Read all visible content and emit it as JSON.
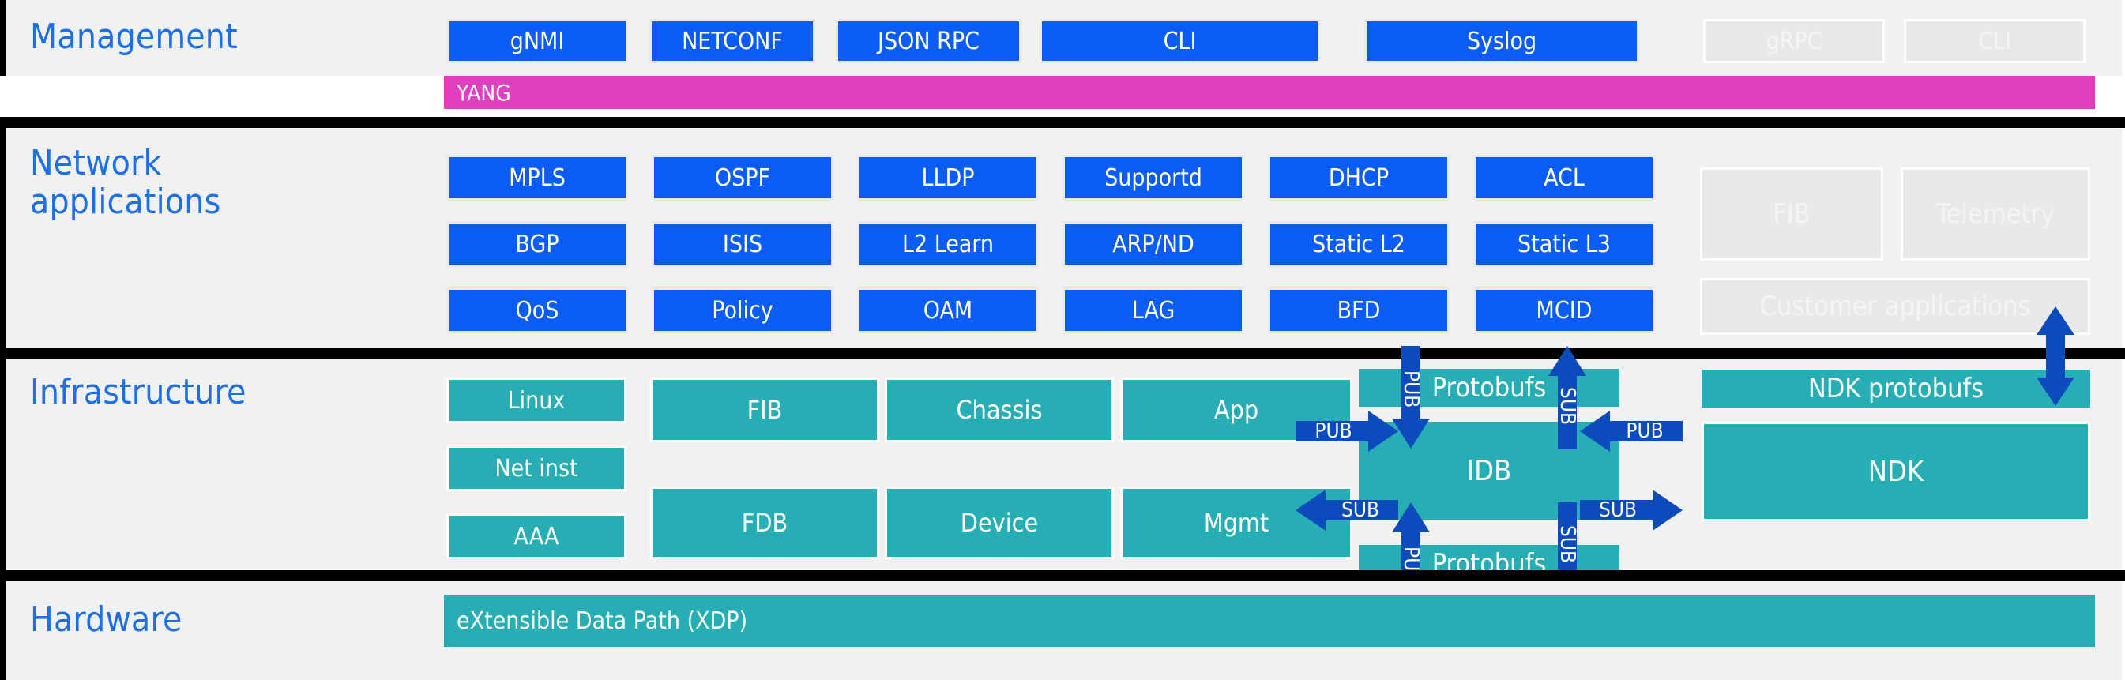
{
  "diagram": {
    "title_color": "#1d6fe8",
    "colors": {
      "blue": "#0a5cf5",
      "teal": "#27aeb5",
      "magenta": "#e040c0",
      "ghost": "#e9e9e9",
      "arrow": "#0b4bbd",
      "band": "#f1f1f1",
      "rule": "#000000"
    }
  },
  "layers": {
    "management": {
      "title": "Management",
      "protocols": [
        {
          "label": "gNMI",
          "state": "active"
        },
        {
          "label": "NETCONF",
          "state": "active"
        },
        {
          "label": "JSON RPC",
          "state": "active"
        },
        {
          "label": "CLI",
          "state": "active"
        },
        {
          "label": "Syslog",
          "state": "active"
        },
        {
          "label": "gRPC",
          "state": "planned"
        },
        {
          "label": "CLI",
          "state": "planned"
        }
      ],
      "model_bar": {
        "label": "YANG"
      }
    },
    "network_applications": {
      "title": "Network\napplications",
      "apps": [
        [
          "MPLS",
          "OSPF",
          "LLDP",
          "Supportd",
          "DHCP",
          "ACL"
        ],
        [
          "BGP",
          "ISIS",
          "L2 Learn",
          "ARP/ND",
          "Static L2",
          "Static L3"
        ],
        [
          "QoS",
          "Policy",
          "OAM",
          "LAG",
          "BFD",
          "MCID"
        ]
      ],
      "ghost_boxes": [
        {
          "label": "FIB"
        },
        {
          "label": "Telemetry"
        },
        {
          "label": "Customer applications"
        }
      ]
    },
    "infrastructure": {
      "title": "Infrastructure",
      "col1": [
        "Linux",
        "Net inst",
        "AAA"
      ],
      "col2": [
        "FIB",
        "FDB"
      ],
      "col3": [
        "Chassis",
        "Device"
      ],
      "col4": [
        "App",
        "Mgmt"
      ],
      "bus": {
        "top_bar": "Protobufs",
        "center": "IDB",
        "bottom_bar": "Protobufs"
      },
      "ndk": {
        "protobufs": "NDK protobufs",
        "kit": "NDK"
      },
      "arrows": [
        {
          "name": "pub-top-vertical",
          "label": "PUB",
          "direction": "down"
        },
        {
          "name": "sub-top-vertical",
          "label": "SUB",
          "direction": "up"
        },
        {
          "name": "pub-bottom-vertical",
          "label": "PUB",
          "direction": "up"
        },
        {
          "name": "sub-bottom-vertical",
          "label": "SUB",
          "direction": "down"
        },
        {
          "name": "pub-left",
          "label": "PUB",
          "direction": "right"
        },
        {
          "name": "sub-left",
          "label": "SUB",
          "direction": "left"
        },
        {
          "name": "pub-right",
          "label": "PUB",
          "direction": "left"
        },
        {
          "name": "sub-right",
          "label": "SUB",
          "direction": "right"
        },
        {
          "name": "ndk-customer-link",
          "label": "",
          "direction": "both"
        }
      ]
    },
    "hardware": {
      "title": "Hardware",
      "datapath": {
        "label": "eXtensible Data Path (XDP)"
      }
    }
  }
}
